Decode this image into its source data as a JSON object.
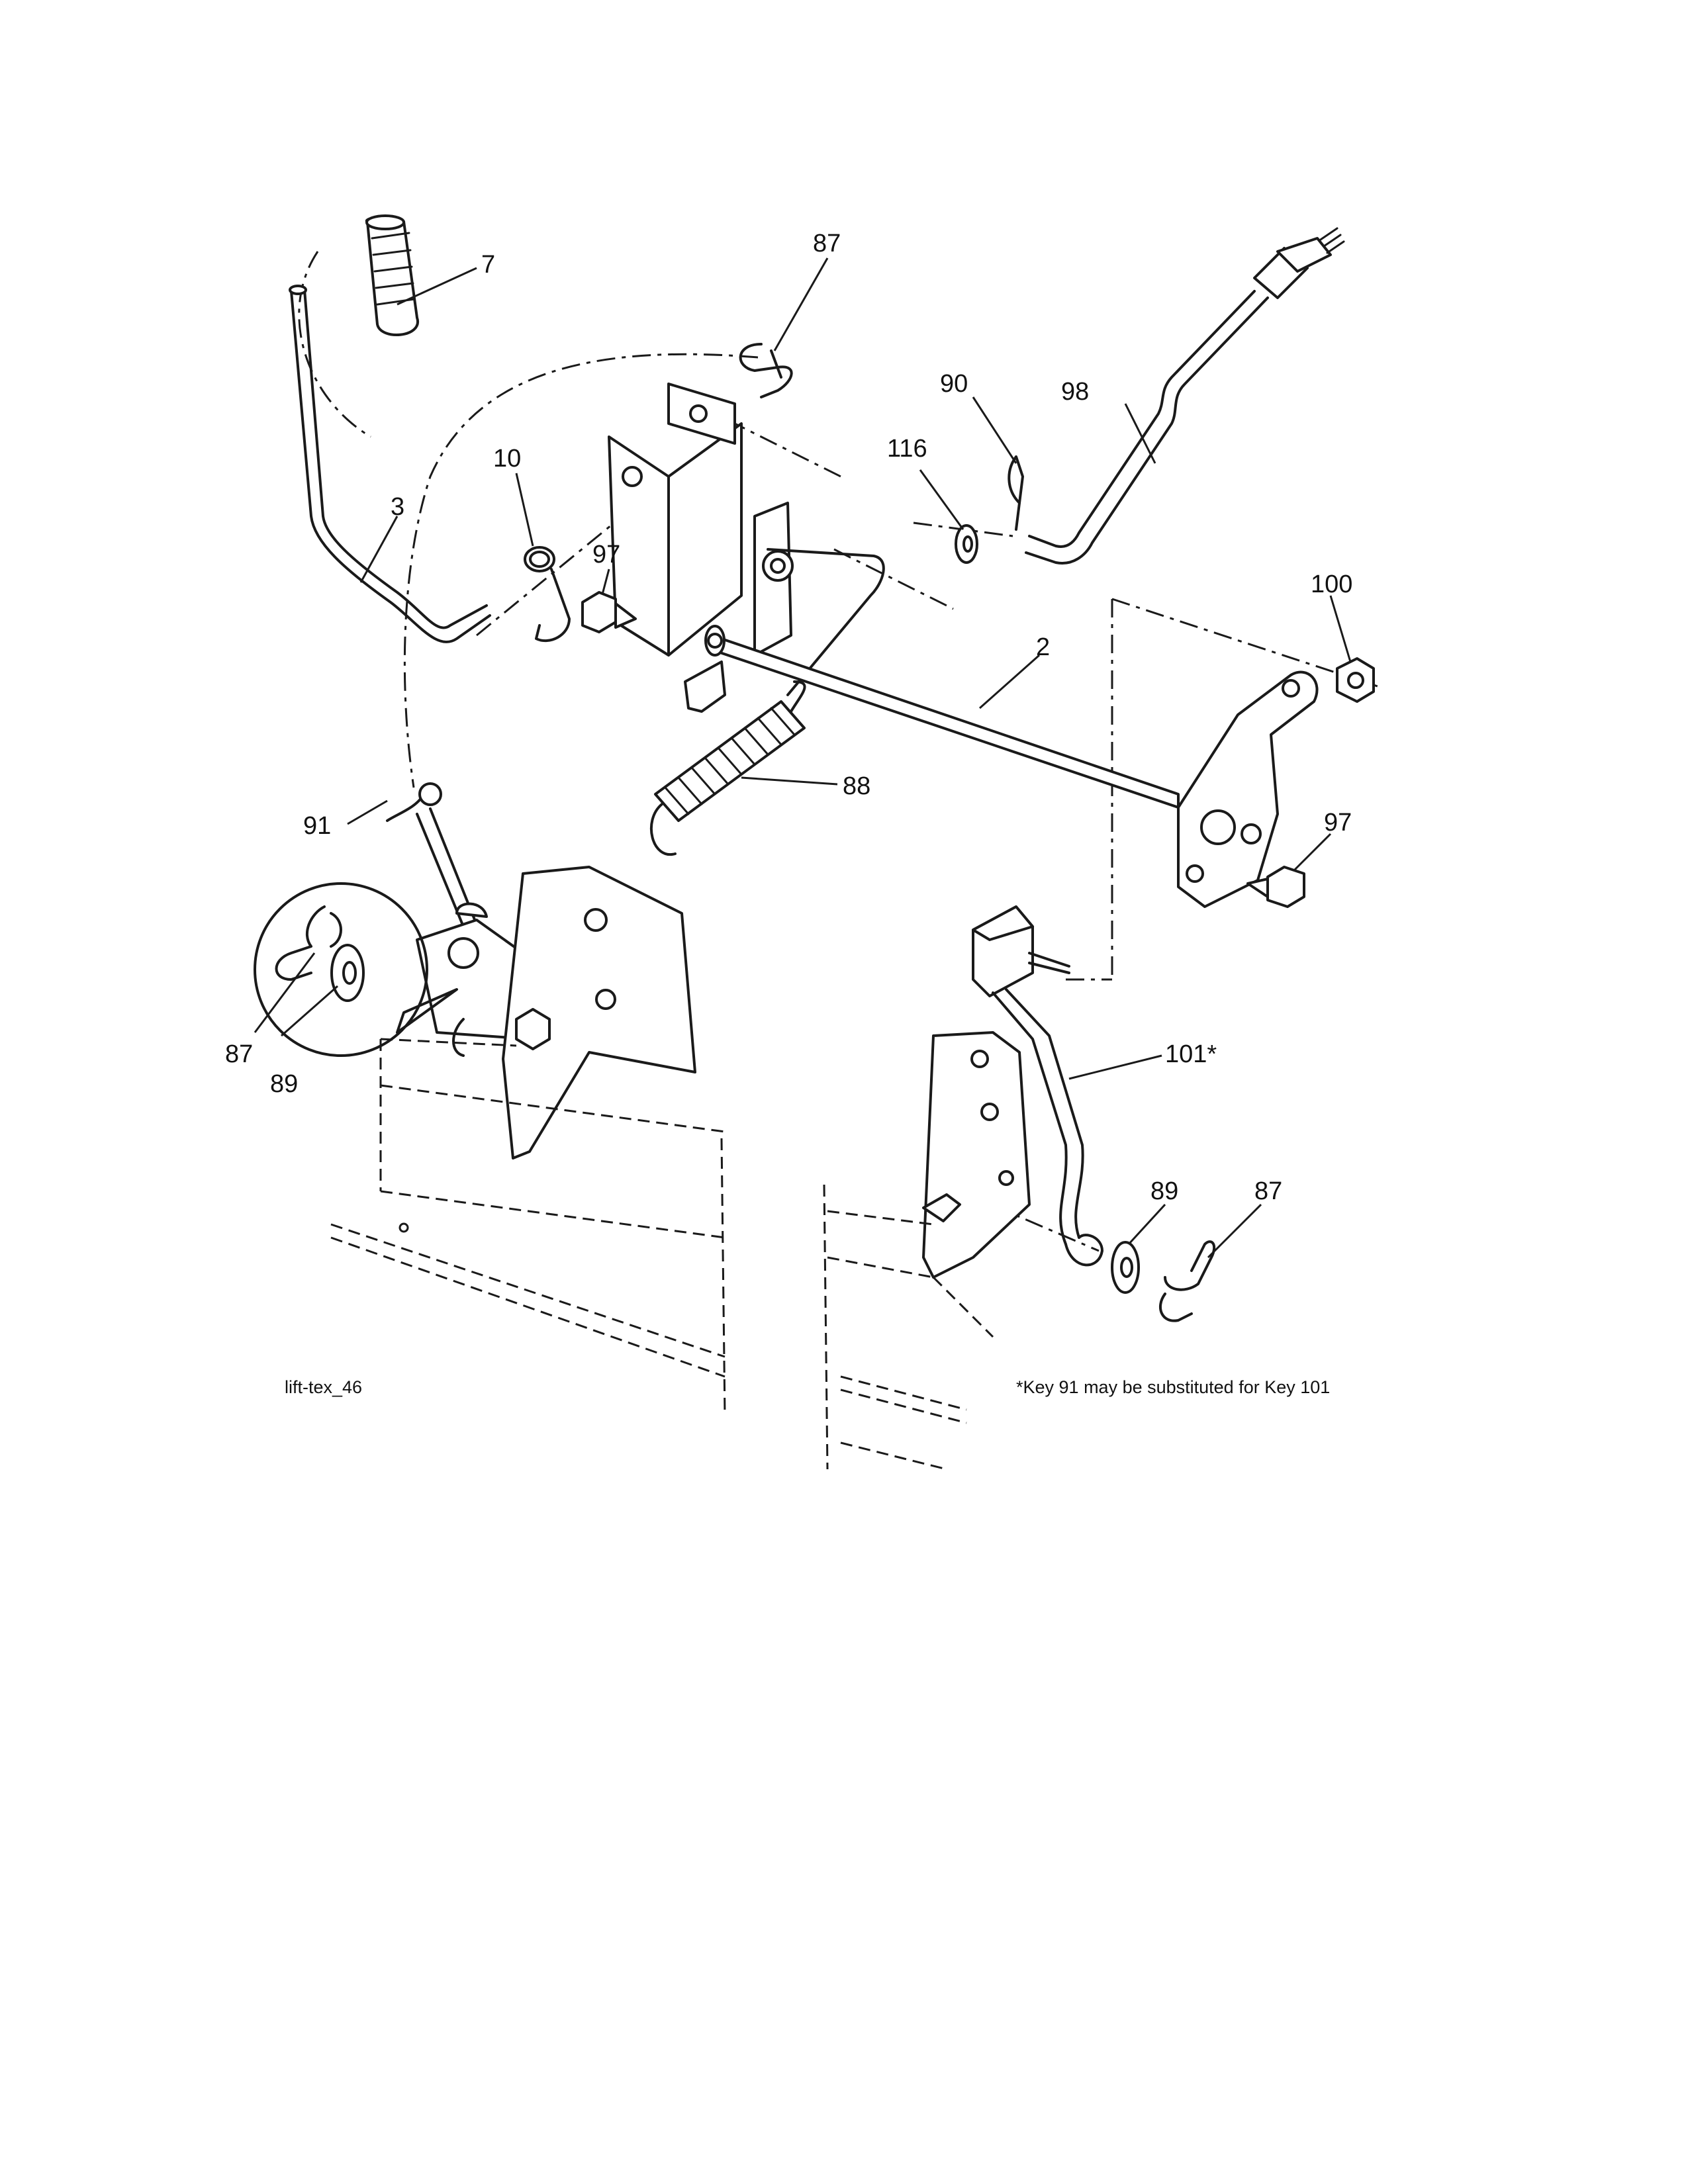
{
  "labels": {
    "p7": "7",
    "p87_top": "87",
    "p90": "90",
    "p98": "98",
    "p116": "116",
    "p10": "10",
    "p3": "3",
    "p97_left": "97",
    "p2": "2",
    "p100": "100",
    "p88": "88",
    "p91": "91",
    "p97_right": "97",
    "p87_detail": "87",
    "p89_detail": "89",
    "p101": "101*",
    "p89_right": "89",
    "p87_right": "87"
  },
  "captions": {
    "figure_id": "lift-tex_46",
    "note": "*Key 91 may be substituted for Key 101"
  }
}
